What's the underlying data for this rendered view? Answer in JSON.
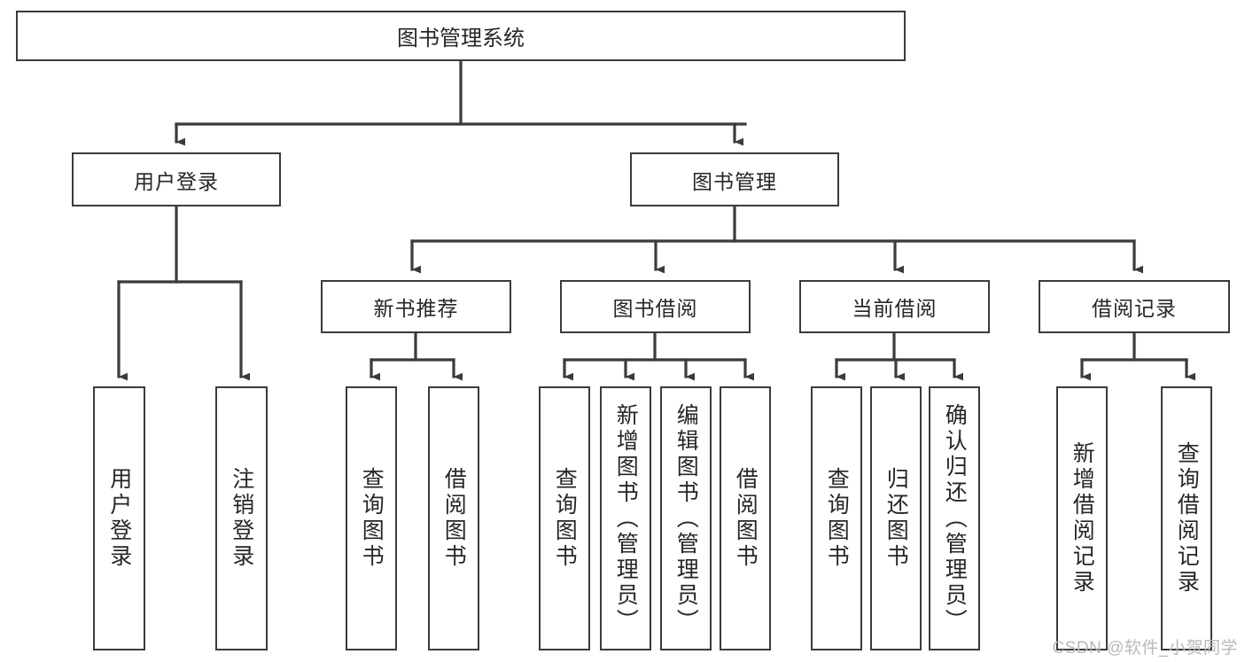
{
  "diagram": {
    "title": "图书管理系统",
    "type": "tree-hierarchy",
    "watermark": "CSDN @软件_小贺同学",
    "colors": {
      "box_border": "#3b3b3b",
      "box_fill": "#ffffff",
      "connector": "#3b3b3b",
      "text": "#262626",
      "watermark": "#b9b9b9",
      "background": "#ffffff"
    },
    "root": {
      "label": "图书管理系统"
    },
    "level2": [
      {
        "label": "用户登录"
      },
      {
        "label": "图书管理"
      }
    ],
    "level3": [
      {
        "label": "新书推荐"
      },
      {
        "label": "图书借阅"
      },
      {
        "label": "当前借阅"
      },
      {
        "label": "借阅记录"
      }
    ],
    "leaves": {
      "user_login": [
        {
          "label": "用户登录"
        },
        {
          "label": "注销登录"
        }
      ],
      "new_book_recommend": [
        {
          "label": "查询图书"
        },
        {
          "label": "借阅图书"
        }
      ],
      "book_borrow": [
        {
          "label": "查询图书"
        },
        {
          "label": "新增图书（管理员）"
        },
        {
          "label": "编辑图书（管理员）"
        },
        {
          "label": "借阅图书"
        }
      ],
      "current_borrow": [
        {
          "label": "查询图书"
        },
        {
          "label": "归还图书"
        },
        {
          "label": "确认归还（管理员）"
        }
      ],
      "borrow_record": [
        {
          "label": "新增借阅记录"
        },
        {
          "label": "查询借阅记录"
        }
      ]
    }
  }
}
